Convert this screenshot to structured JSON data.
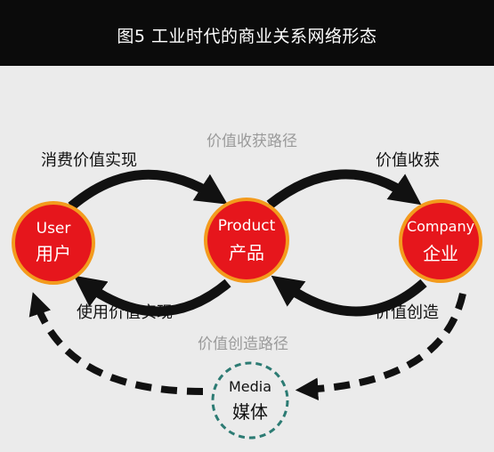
{
  "header": {
    "title": "图5  工业时代的商业关系网络形态"
  },
  "colors": {
    "header_bg": "#0b0b0b",
    "background": "#ebebeb",
    "node_fill": "#e6161c",
    "node_ring": "#f39b1d",
    "media_ring": "#2c7b73",
    "arrow": "#111111",
    "path_label": "#9a9a9a"
  },
  "nodes": {
    "user": {
      "en": "User",
      "zh": "用户"
    },
    "product": {
      "en": "Product",
      "zh": "产品"
    },
    "company": {
      "en": "Company",
      "zh": "企业"
    },
    "media": {
      "en": "Media",
      "zh": "媒体"
    }
  },
  "flows": {
    "consume_value": "消费价值实现",
    "use_value": "使用价值实现",
    "value_harvest": "价值收获",
    "value_create": "价值创造"
  },
  "paths": {
    "harvest_path": "价值收获路径",
    "create_path": "价值创造路径"
  }
}
